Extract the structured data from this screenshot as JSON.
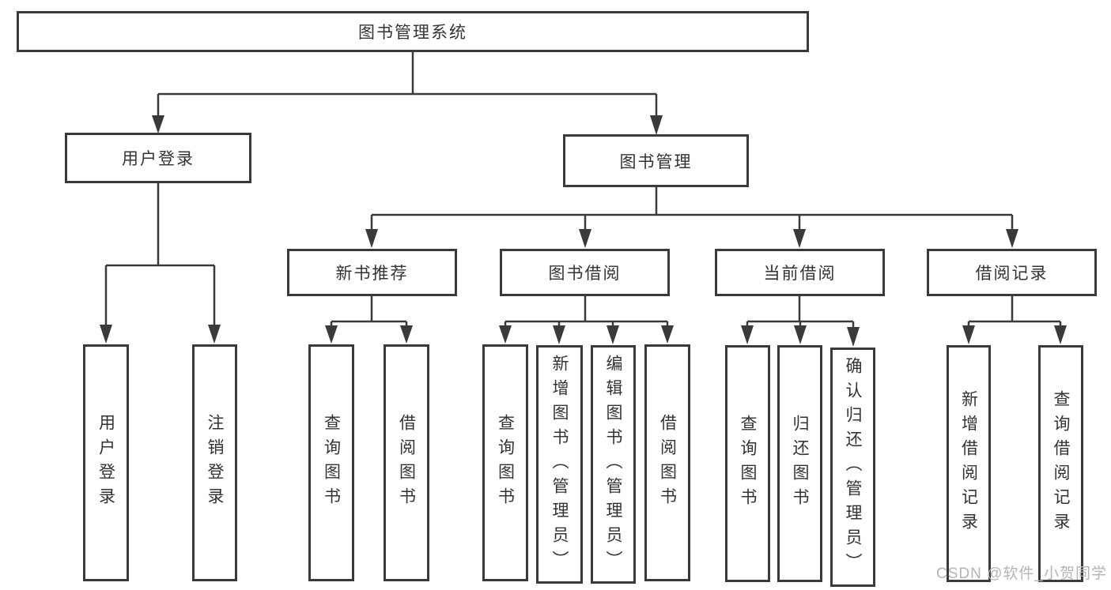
{
  "colors": {
    "line": "#3a3a3a",
    "box_border": "#3a3a3a",
    "text": "#333333",
    "background": "#ffffff",
    "watermark": "#b4b4b4"
  },
  "watermark": {
    "text": "CSDN @软件_小贺同学"
  },
  "tree": {
    "root": {
      "label": "图书管理系统"
    },
    "level2": [
      {
        "label": "用户登录"
      },
      {
        "label": "图书管理"
      }
    ],
    "level3": [
      {
        "parent": "图书管理",
        "label": "新书推荐"
      },
      {
        "parent": "图书管理",
        "label": "图书借阅"
      },
      {
        "parent": "图书管理",
        "label": "当前借阅"
      },
      {
        "parent": "图书管理",
        "label": "借阅记录"
      }
    ],
    "leaves": [
      {
        "parent": "用户登录",
        "label": "用户登录"
      },
      {
        "parent": "用户登录",
        "label": "注销登录"
      },
      {
        "parent": "新书推荐",
        "label": "查询图书"
      },
      {
        "parent": "新书推荐",
        "label": "借阅图书"
      },
      {
        "parent": "图书借阅",
        "label": "查询图书"
      },
      {
        "parent": "图书借阅",
        "label": "新增图书（管理员）"
      },
      {
        "parent": "图书借阅",
        "label": "编辑图书（管理员）"
      },
      {
        "parent": "图书借阅",
        "label": "借阅图书"
      },
      {
        "parent": "当前借阅",
        "label": "查询图书"
      },
      {
        "parent": "当前借阅",
        "label": "归还图书"
      },
      {
        "parent": "当前借阅",
        "label": "确认归还（管理员）"
      },
      {
        "parent": "借阅记录",
        "label": "新增借阅记录"
      },
      {
        "parent": "借阅记录",
        "label": "查询借阅记录"
      }
    ]
  }
}
